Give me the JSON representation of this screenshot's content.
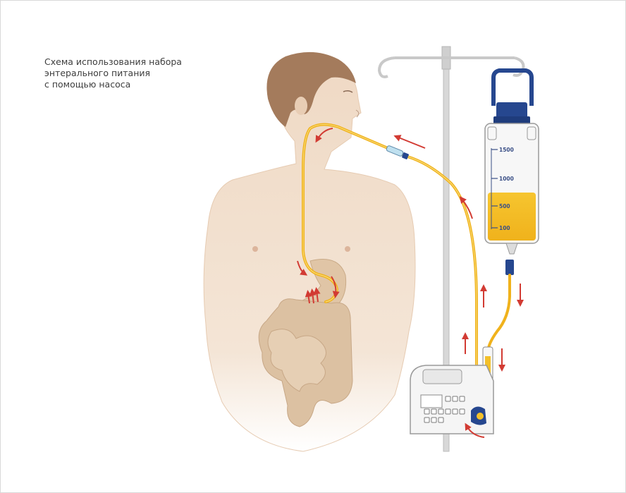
{
  "caption": {
    "lines": [
      "Схема использования набора",
      "энтерального питания",
      "с помощью насоса"
    ]
  },
  "bag": {
    "scale": [
      "1500",
      "1000",
      "500",
      "100"
    ]
  },
  "colors": {
    "skin": "#f1ddca",
    "organs": "#dcc3a6",
    "tube": "#f3c02a",
    "arrow": "#d23b33",
    "pole": "#d5d5d5",
    "bag_cap": "#26478f"
  },
  "icons": [
    "flow-arrow-icon"
  ]
}
